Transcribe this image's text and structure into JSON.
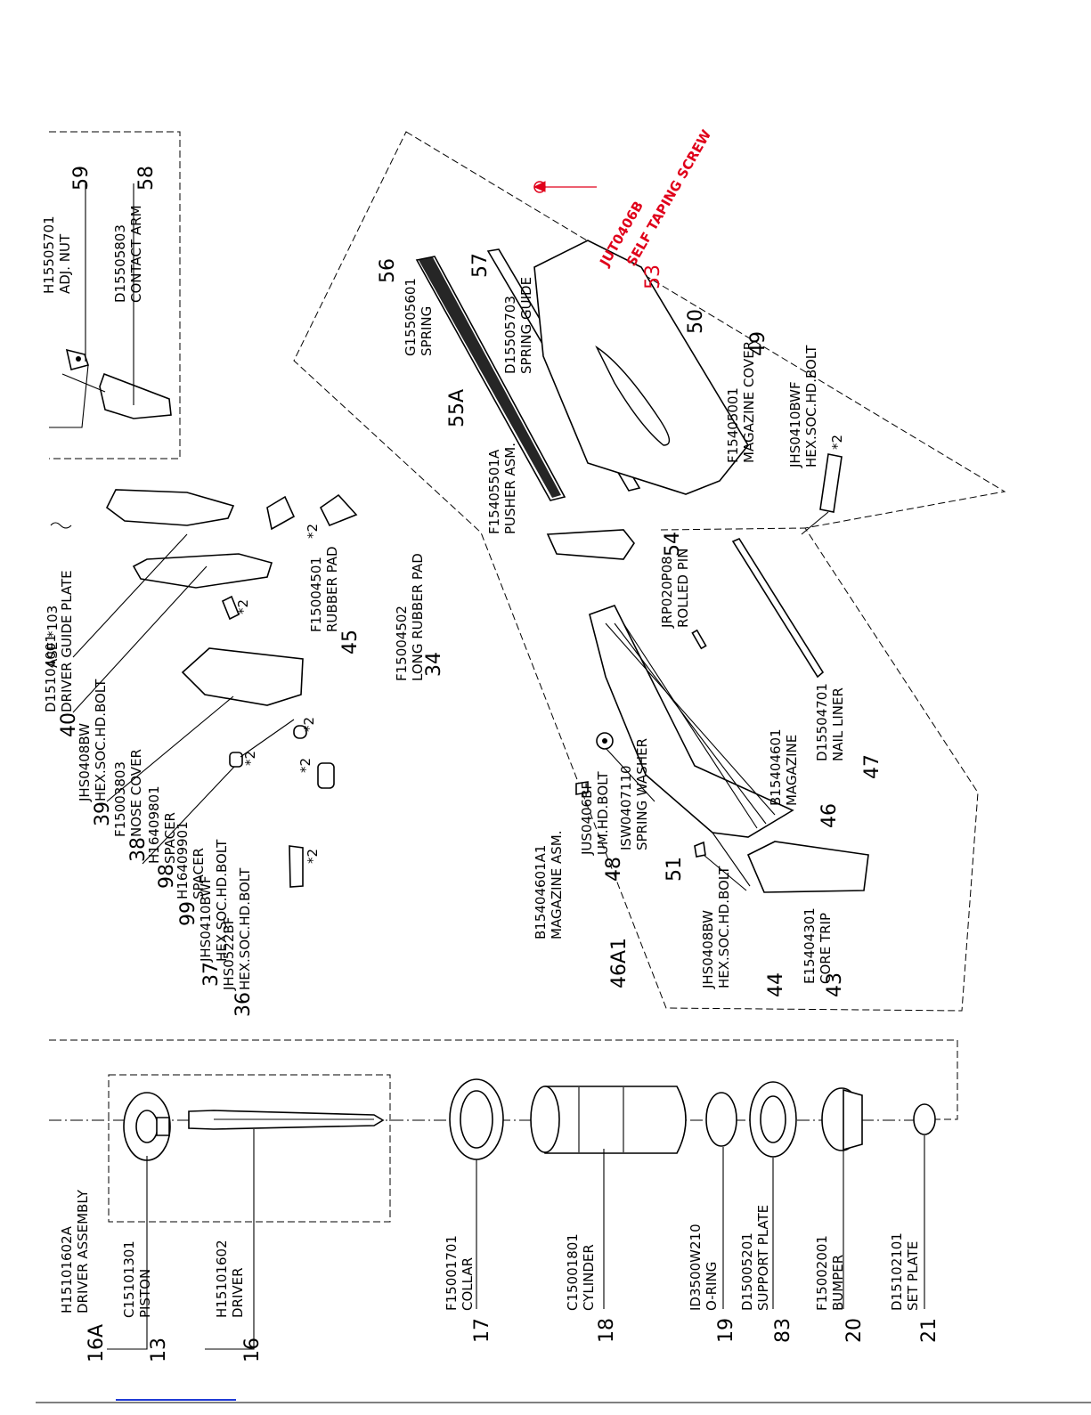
{
  "page": {
    "title": ""
  },
  "assembly_top": {
    "code": "H15101602A",
    "name": "DRIVER ASSEMBLY",
    "number": "16A"
  },
  "bottom_parts": [
    {
      "code": "C15101301",
      "name": "PISTON",
      "number": "13"
    },
    {
      "code": "H15101602",
      "name": "DRIVER",
      "number": "16"
    },
    {
      "code": "F15001701",
      "name": "COLLAR",
      "number": "17"
    },
    {
      "code": "C15001801",
      "name": "CYLINDER",
      "number": "18"
    },
    {
      "code": "ID3500W210",
      "name": "O-RING",
      "number": "19"
    },
    {
      "code": "D15005201",
      "name": "SUPPORT PLATE",
      "number": "83"
    },
    {
      "code": "F15002001",
      "name": "BUMPER",
      "number": "20"
    },
    {
      "code": "D15102101",
      "name": "SET PLATE",
      "number": "21"
    }
  ],
  "inset_parts": [
    {
      "code": "H15505701",
      "name": "ADJ. NUT",
      "number": "59"
    },
    {
      "code": "D15505803",
      "name": "CONTACT ARM",
      "number": "58"
    }
  ],
  "nose_parts": [
    {
      "code": "D15104001",
      "name": "DRIVER GUIDE PLATE",
      "number": "40"
    },
    {
      "code": "JHS0408BW",
      "name": "HEX.SOC.HD.BOLT",
      "number": "39"
    },
    {
      "code": "F15003803",
      "name": "NOSE COVER",
      "number": "38"
    },
    {
      "code": "H16409801",
      "name": "SPACER",
      "number": "98"
    },
    {
      "code": "H16409901",
      "name": "SPACER",
      "number": "99"
    },
    {
      "code": "JHS0410BWF",
      "name": "HEX.SOC.HD.BOLT",
      "number": "37"
    },
    {
      "code": "JHS0522BF",
      "name": "HEX.SOC.HD.BOLT",
      "number": "36"
    },
    {
      "code": "F15004501",
      "name": "RUBBER PAD",
      "number": "45"
    },
    {
      "code": "F15004502",
      "name": "LONG RUBBER PAD",
      "number": "34"
    }
  ],
  "nose_partial_text": "ASE *103",
  "magazine_parts": [
    {
      "code": "G15505601",
      "name": "SPRING",
      "number": "56"
    },
    {
      "code": "D15505703",
      "name": "SPRING GUIDE",
      "number": "57"
    },
    {
      "code": "F15405501A",
      "name": "PUSHER ASM.",
      "number": "55A"
    },
    {
      "code": "F15405001",
      "name": "MAGAZINE COVER",
      "number": "50"
    },
    {
      "code": "JHS0410BWF",
      "name": "HEX.SOC.HD.BOLT",
      "number": "49"
    },
    {
      "code": "JRP020P08",
      "name": "ROLLED PIN",
      "number": "54"
    },
    {
      "code": "D15504701",
      "name": "NAIL LINER",
      "number": "47"
    },
    {
      "code": "B15404601",
      "name": "MAGAZINE",
      "number": "46"
    },
    {
      "code": "ISW0407110",
      "name": "SPRING WASHER",
      "number": "48"
    },
    {
      "code": "JUS0406BF",
      "name": "UM.HD.BOLT",
      "number": "51"
    },
    {
      "code": "B15404601A1",
      "name": "MAGAZINE ASM.",
      "number": "46A1"
    },
    {
      "code": "JHS0408BW",
      "name": "HEX.SOC.HD.BOLT",
      "number": "44"
    },
    {
      "code": "E15404301",
      "name": "CORE TRIP",
      "number": "43"
    }
  ],
  "highlight_part": {
    "code": "JUT0406B",
    "name": "SELF TAPING SCREW",
    "number": "53",
    "color": "#e0001a"
  },
  "qty_marks": {
    "x2": "*2"
  },
  "colors": {
    "ink": "#000000",
    "accent": "#e0001a",
    "footer_line": "#1f3ad6"
  }
}
